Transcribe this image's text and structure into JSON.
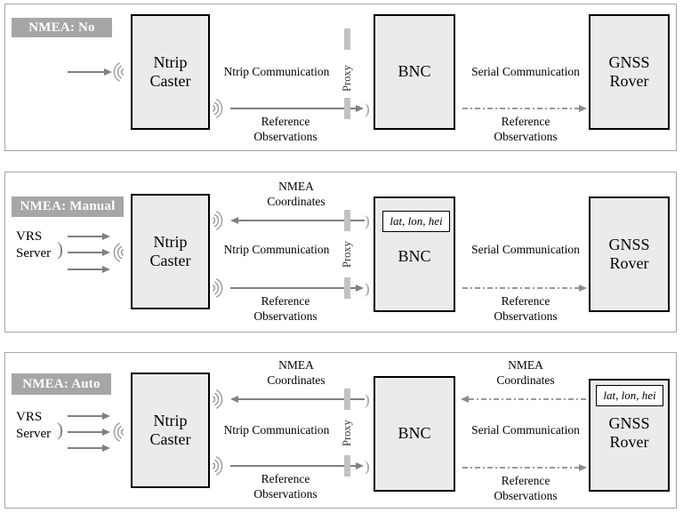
{
  "colors": {
    "panel_border": "#a6a6a6",
    "title_badge_bg": "#a6a6a6",
    "title_badge_text": "#ffffff",
    "node_fill": "#ebebeb",
    "node_border": "#000000",
    "arrow_gray": "#808080",
    "signal_gray": "#999999",
    "dashdot_gray": "#999999",
    "proxy_bar_gray": "#c2c2c2"
  },
  "icons": {
    "receive_paren": ")",
    "vrs_paren": ")"
  },
  "panels": {
    "no": {
      "title": "NMEA: No",
      "caster": "Ntrip Caster",
      "bnc": "BNC",
      "rover": "GNSS Rover",
      "proxy": "Proxy",
      "edges": {
        "ntrip_communication": "Ntrip Communication",
        "reference_observations": "Reference Observations",
        "serial_communication": "Serial Communication",
        "reference_observations_serial": "Reference Observations"
      }
    },
    "manual": {
      "title": "NMEA: Manual",
      "vrs_server": "VRS Server",
      "caster": "Ntrip Caster",
      "bnc": "BNC",
      "bnc_coords": "lat, lon, hei",
      "rover": "GNSS Rover",
      "proxy": "Proxy",
      "edges": {
        "nmea_coordinates": "NMEA Coordinates",
        "ntrip_communication": "Ntrip Communication",
        "reference_observations": "Reference Observations",
        "serial_communication": "Serial Communication",
        "reference_observations_serial": "Reference Observations"
      }
    },
    "auto": {
      "title": "NMEA: Auto",
      "vrs_server": "VRS Server",
      "caster": "Ntrip Caster",
      "bnc": "BNC",
      "rover": "GNSS Rover",
      "rover_coords": "lat, lon, hei",
      "proxy": "Proxy",
      "edges": {
        "nmea_coordinates": "NMEA Coordinates",
        "ntrip_communication": "Ntrip Communication",
        "reference_observations": "Reference Observations",
        "nmea_coordinates_serial": "NMEA Coordinates",
        "serial_communication": "Serial Communication",
        "reference_observations_serial": "Reference Observations"
      }
    }
  }
}
